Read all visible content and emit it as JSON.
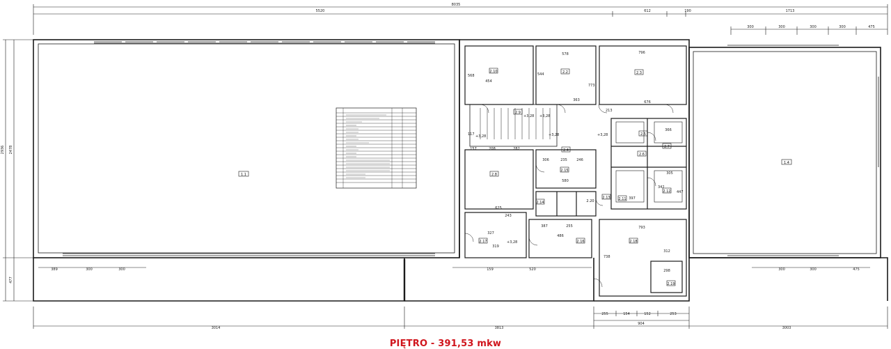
{
  "caption": "PIĘTRO - 391,53 mkw",
  "colors": {
    "line": "#1a1a1a",
    "caption": "#d0141c",
    "background": "#ffffff"
  },
  "dimensions": {
    "overall_top": "8035",
    "top_segments": [
      "5520",
      "612",
      "190",
      "1713"
    ],
    "right_wing_top": [
      "300",
      "300",
      "300",
      "300",
      "475"
    ],
    "bottom_overall": [
      "3014",
      "3813",
      "3003"
    ],
    "bottom_middle": [
      "904"
    ],
    "bottom_small": [
      "255",
      "154",
      "152",
      "253"
    ],
    "left_bottom": [
      "389",
      "300",
      "300"
    ],
    "right_bottom": [
      "300",
      "300",
      "475"
    ],
    "left_vertical": [
      "2936",
      "2478",
      "477"
    ],
    "middle_top": [
      "578",
      "796",
      "454",
      "363",
      "676",
      "568",
      "773",
      "544"
    ],
    "middle_mid": [
      "117",
      "208",
      "282",
      "157",
      "306",
      "235",
      "246",
      "580",
      "625",
      "366",
      "305",
      "342",
      "447",
      "397",
      "213"
    ],
    "middle_bottom": [
      "243",
      "327",
      "319",
      "387",
      "255",
      "486",
      "793",
      "312",
      "298",
      "738",
      "520",
      "159"
    ]
  },
  "room_tags": {
    "left_hall": "1.1",
    "right_hall": "1.4",
    "rooms": [
      "2.10",
      "2.2",
      "2.3",
      "2.9",
      "2.8",
      "2.4",
      "2.5",
      "2.6",
      "2.7",
      "2.11",
      "2.12",
      "2.13",
      "2.14",
      "2.15",
      "2.16",
      "2.17",
      "2.18",
      "2.19",
      "2.20"
    ]
  },
  "level_marks": [
    "+3,28",
    "+3,28",
    "+3,28",
    "+3,28",
    "+3,28",
    "+3,28"
  ]
}
